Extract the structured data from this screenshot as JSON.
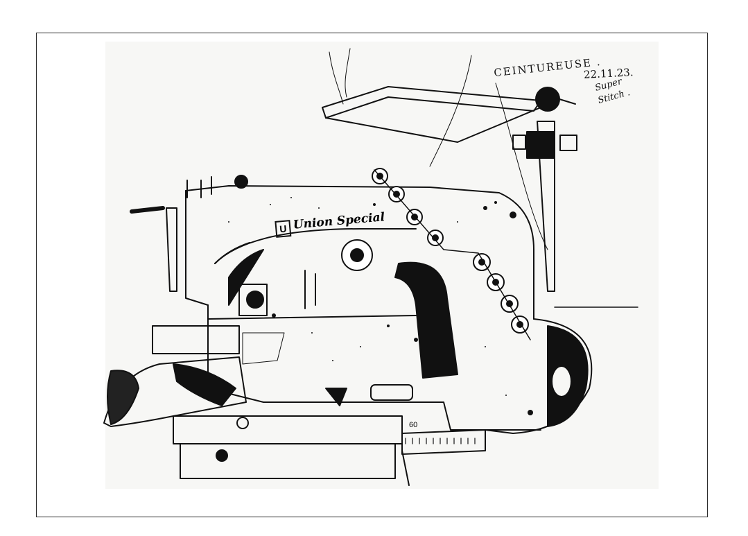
{
  "sketch": {
    "title_label": "CEINTUREUSE .",
    "date_label": "22.11.23.",
    "model_line1": "Super",
    "model_line2": "Stitch .",
    "brand_mark": "U",
    "brand_name": "Union Special",
    "scale_number": "60"
  },
  "colors": {
    "ink": "#111111",
    "paper": "#f7f7f5",
    "frame": "#2a2a2a"
  }
}
